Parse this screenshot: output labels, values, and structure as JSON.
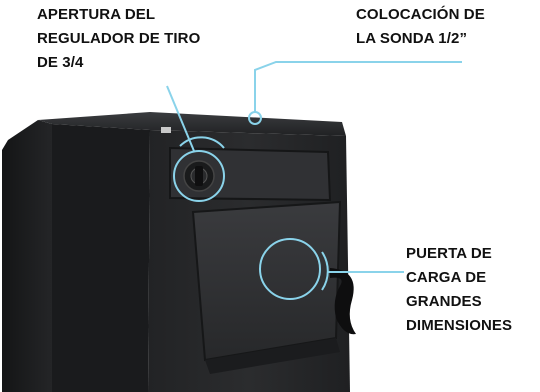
{
  "callouts": {
    "regulator": {
      "lines": [
        "APERTURA DEL",
        "REGULADOR DE TIRO",
        "DE 3/4"
      ]
    },
    "probe": {
      "lines": [
        "COLOCACIÓN DE",
        "LA SONDA 1/2”"
      ]
    },
    "door": {
      "lines": [
        "PUERTA DE",
        "CARGA DE",
        "GRANDES",
        "DIMENSIONES"
      ]
    }
  },
  "colors": {
    "accent": "#8ad3ea",
    "boiler_dark": "#1c1d1f",
    "text": "#111111"
  }
}
